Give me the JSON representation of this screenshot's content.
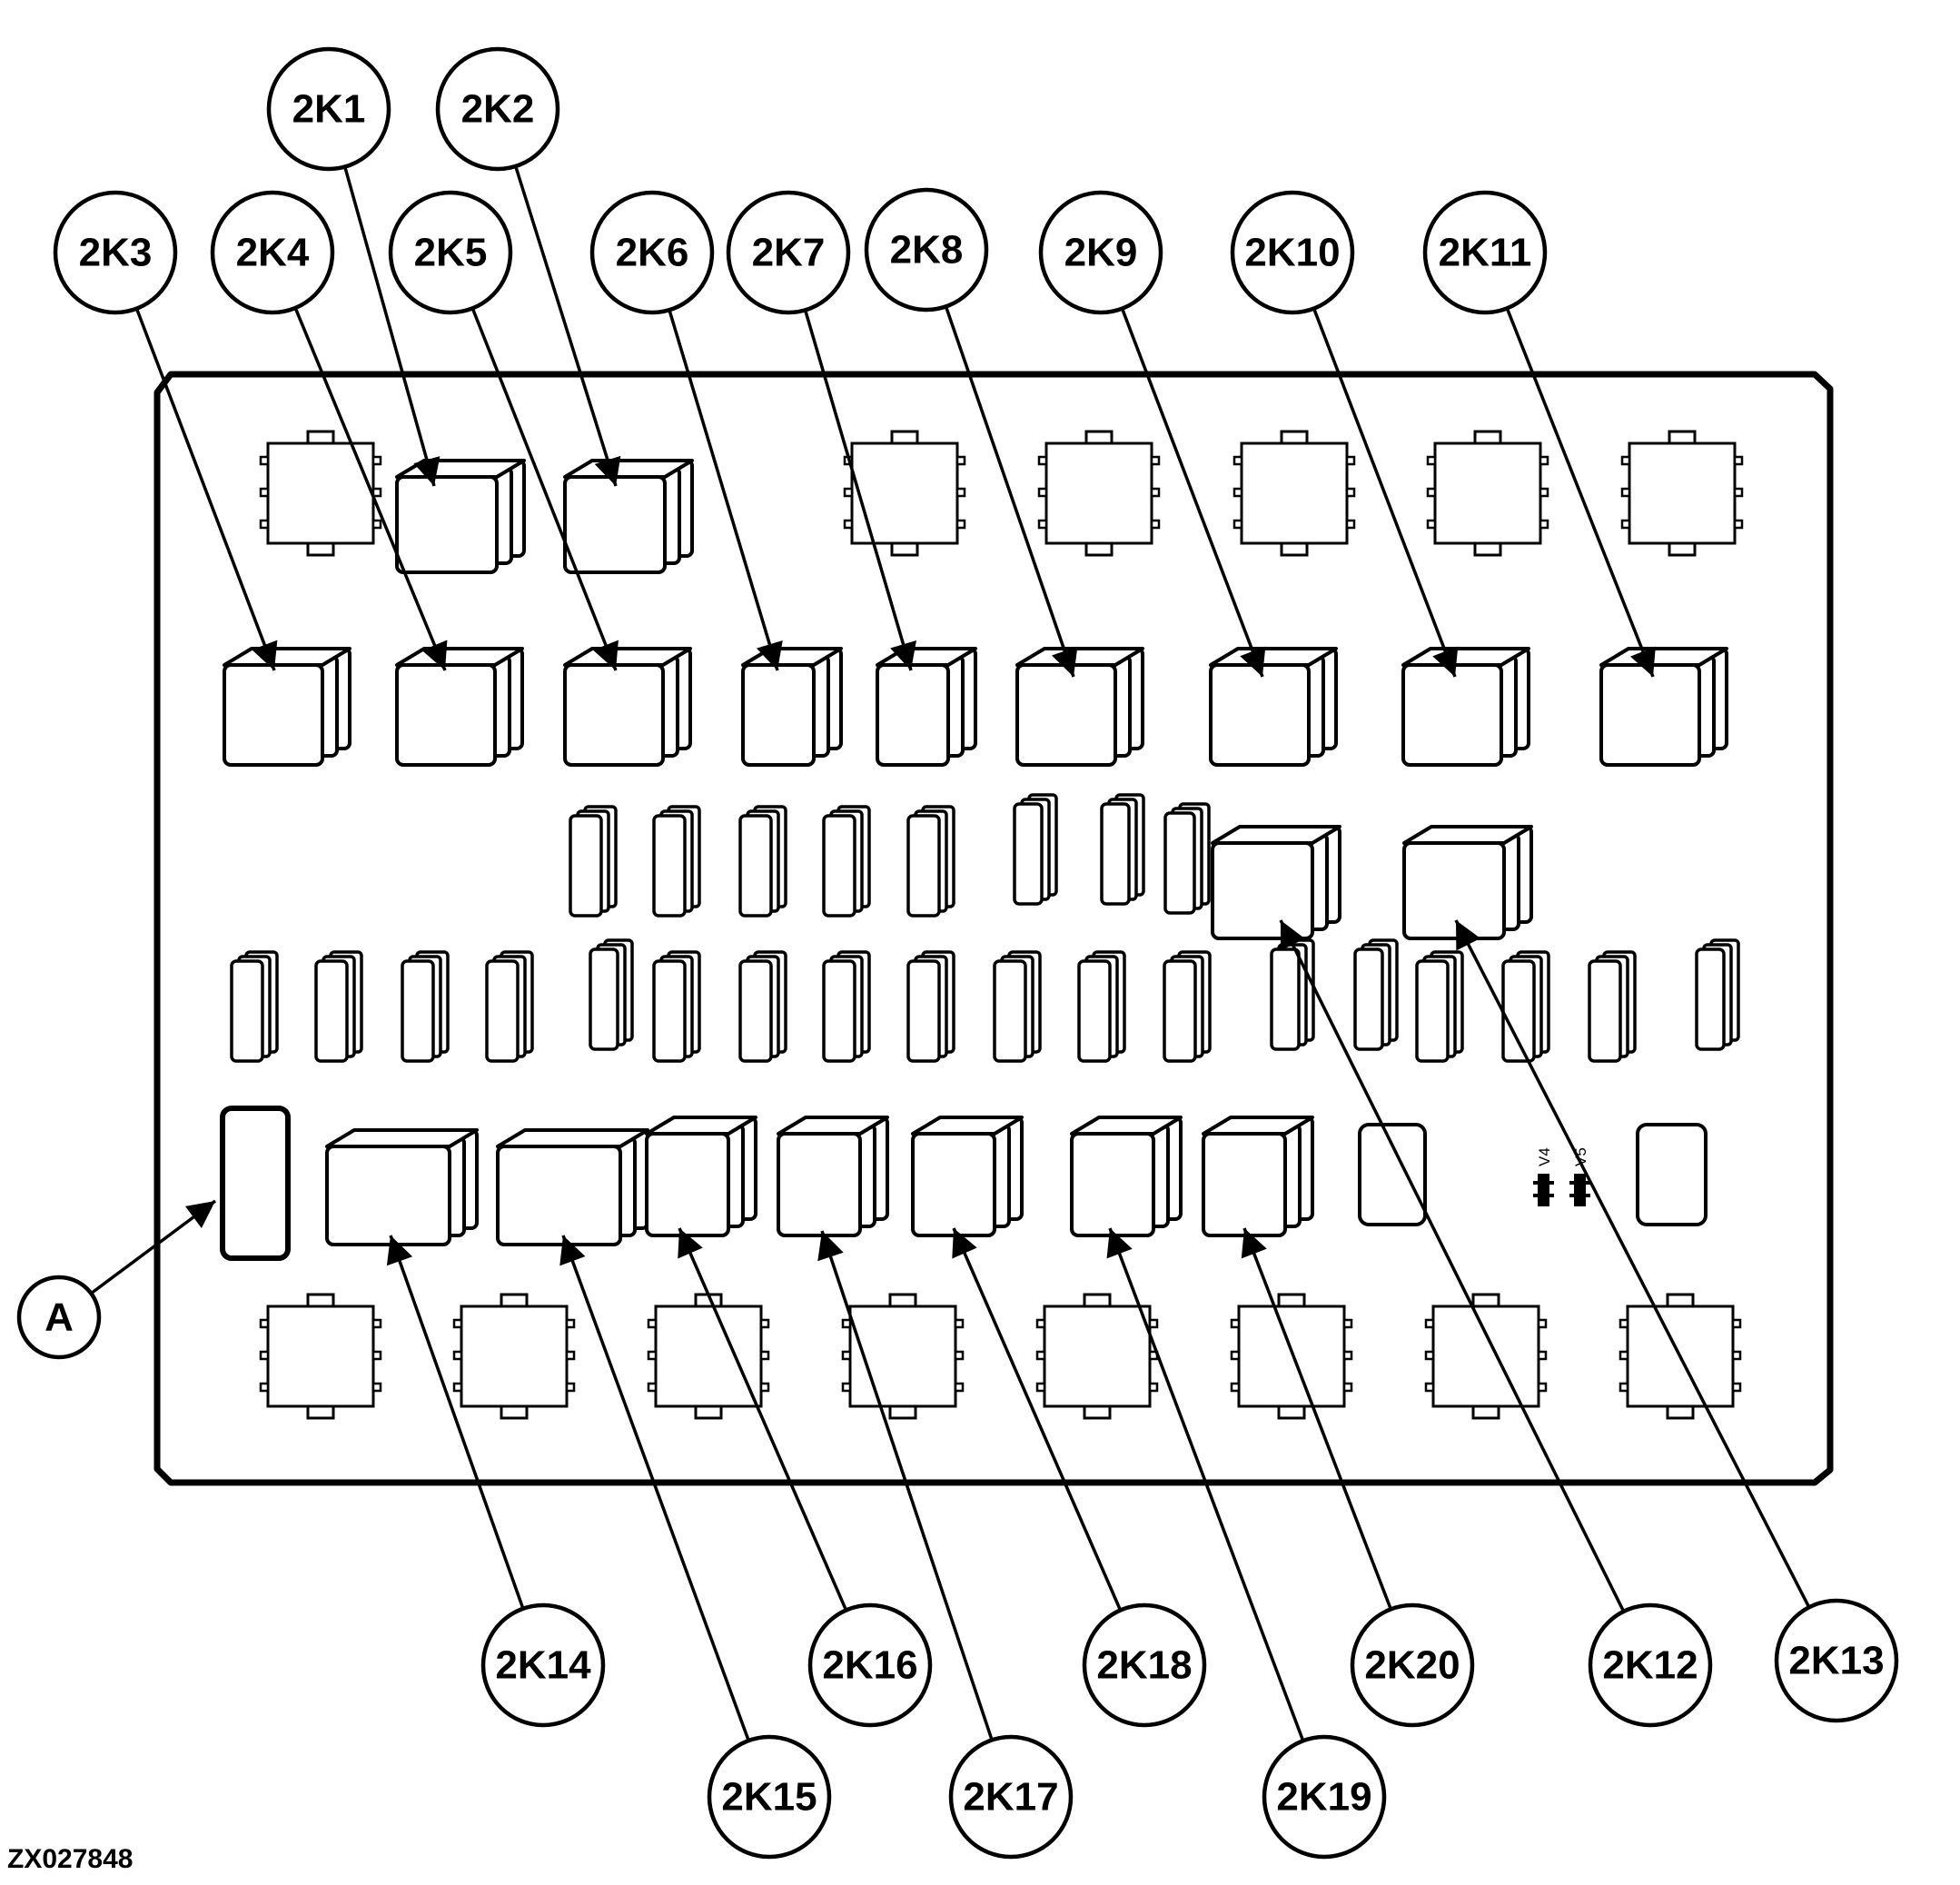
{
  "figure_id": "ZX027848",
  "board_marks": [
    "V4",
    "V5"
  ],
  "callouts": [
    {
      "label": "2K1",
      "pointer": "relay-2K1"
    },
    {
      "label": "2K2",
      "pointer": "relay-2K2"
    },
    {
      "label": "2K3",
      "pointer": "relay-2K3"
    },
    {
      "label": "2K4",
      "pointer": "relay-2K4"
    },
    {
      "label": "2K5",
      "pointer": "relay-2K5"
    },
    {
      "label": "2K6",
      "pointer": "relay-2K6"
    },
    {
      "label": "2K7",
      "pointer": "relay-2K7"
    },
    {
      "label": "2K8",
      "pointer": "relay-2K8"
    },
    {
      "label": "2K9",
      "pointer": "relay-2K9"
    },
    {
      "label": "2K10",
      "pointer": "relay-2K10"
    },
    {
      "label": "2K11",
      "pointer": "relay-2K11"
    },
    {
      "label": "2K12",
      "pointer": "relay-2K12"
    },
    {
      "label": "2K13",
      "pointer": "relay-2K13"
    },
    {
      "label": "2K14",
      "pointer": "relay-2K14"
    },
    {
      "label": "2K15",
      "pointer": "relay-2K15"
    },
    {
      "label": "2K16",
      "pointer": "relay-2K16"
    },
    {
      "label": "2K17",
      "pointer": "relay-2K17"
    },
    {
      "label": "2K18",
      "pointer": "relay-2K18"
    },
    {
      "label": "2K19",
      "pointer": "relay-2K19"
    },
    {
      "label": "2K20",
      "pointer": "relay-2K20"
    },
    {
      "label": "A",
      "pointer": "fuse-puller"
    }
  ]
}
